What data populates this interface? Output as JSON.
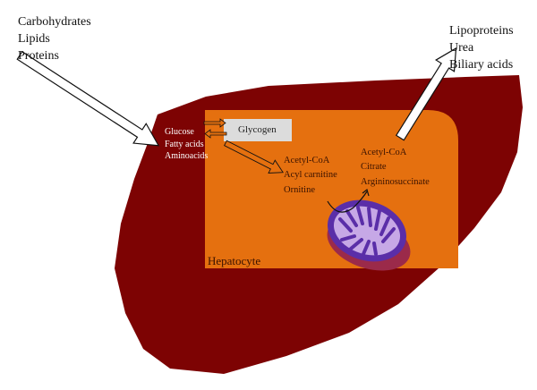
{
  "inputs": [
    "Carbohydrates",
    "Lipids",
    "Proteins"
  ],
  "outputs": [
    "Lipoproteins",
    "Urea",
    "Biliary acids"
  ],
  "blood_metabolites": [
    "Glucose",
    "Fatty acids",
    "Aminoacids"
  ],
  "glycogen_label": "Glycogen",
  "cytosol_metabolites": [
    "Acetyl-CoA",
    "Acyl carnitine",
    "Ornitine"
  ],
  "mito_metabolites": [
    "Acetyl-CoA",
    "Citrate",
    "Argininosuccinate"
  ],
  "hepatocyte_label": "Hepatocyte",
  "colors": {
    "liver": "#7d0303",
    "hepatocyte": "#e5700f",
    "glycogen": "#dcdcdc",
    "mito_outer": "#5a2ea8",
    "mito_inner": "#c6a8e6",
    "mito_shadow": "#9b2a4a"
  }
}
